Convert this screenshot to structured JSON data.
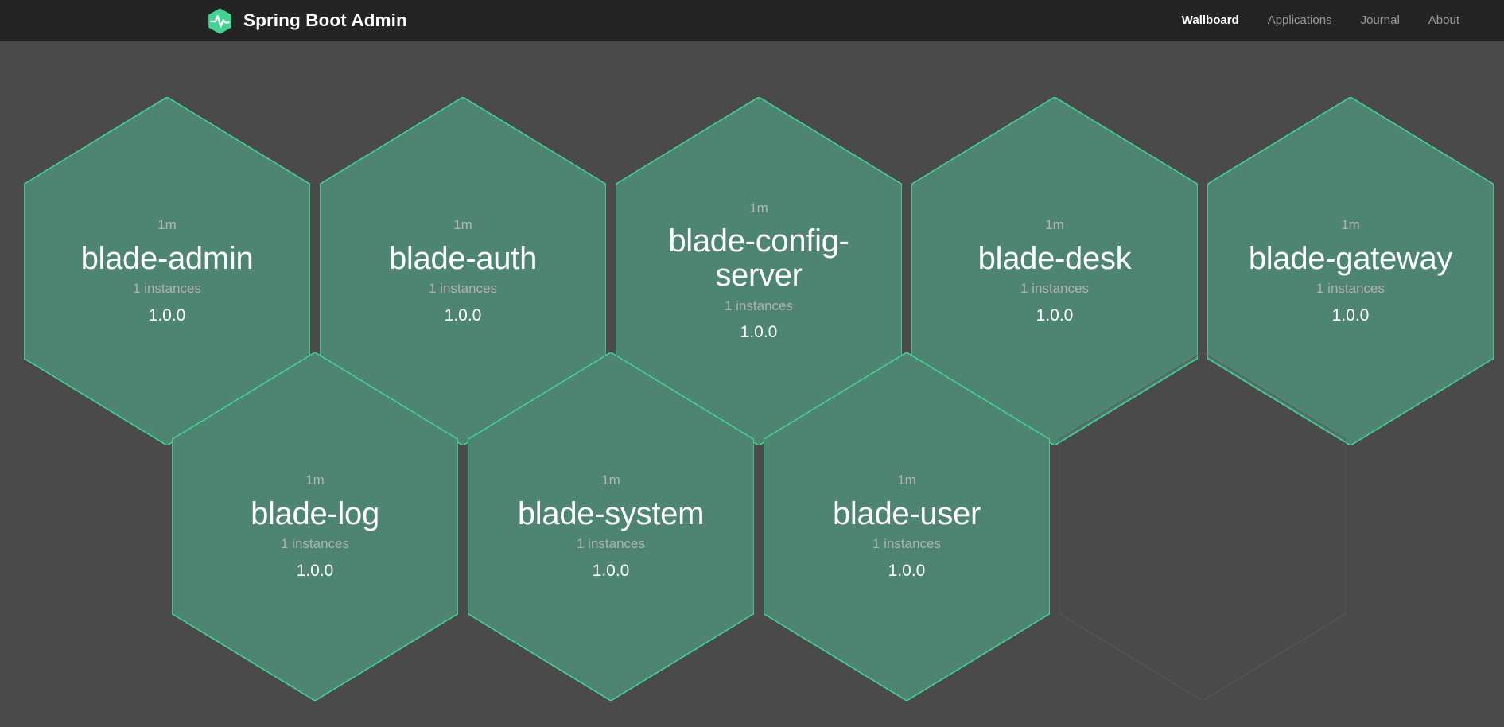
{
  "navbar": {
    "brand": {
      "title": "Spring Boot Admin",
      "logo_icon": "heartbeat-hexagon-icon",
      "logo_bg": "#42d392",
      "logo_stroke": "#ffffff"
    },
    "background": "#242424",
    "links": [
      {
        "label": "Wallboard",
        "active": true,
        "name": "nav-link-wallboard"
      },
      {
        "label": "Applications",
        "active": false,
        "name": "nav-link-applications"
      },
      {
        "label": "Journal",
        "active": false,
        "name": "nav-link-journal"
      },
      {
        "label": "About",
        "active": false,
        "name": "nav-link-about"
      }
    ]
  },
  "wallboard": {
    "background": "#4a4a4a",
    "hex_fill": "#4d8472",
    "hex_stroke": "#42d392",
    "placeholder_stroke": "#585858",
    "instances_suffix": "instances",
    "applications": [
      {
        "name": "blade-admin",
        "uptime": "1m",
        "instances": "1 instances",
        "version": "1.0.0",
        "status": "UP",
        "row": 1,
        "col": 1
      },
      {
        "name": "blade-auth",
        "uptime": "1m",
        "instances": "1 instances",
        "version": "1.0.0",
        "status": "UP",
        "row": 1,
        "col": 2
      },
      {
        "name": "blade-config-server",
        "uptime": "1m",
        "instances": "1 instances",
        "version": "1.0.0",
        "status": "UP",
        "row": 1,
        "col": 3
      },
      {
        "name": "blade-desk",
        "uptime": "1m",
        "instances": "1 instances",
        "version": "1.0.0",
        "status": "UP",
        "row": 1,
        "col": 4
      },
      {
        "name": "blade-gateway",
        "uptime": "1m",
        "instances": "1 instances",
        "version": "1.0.0",
        "status": "UP",
        "row": 1,
        "col": 5
      },
      {
        "name": "blade-log",
        "uptime": "1m",
        "instances": "1 instances",
        "version": "1.0.0",
        "status": "UP",
        "row": 2,
        "col": 1
      },
      {
        "name": "blade-system",
        "uptime": "1m",
        "instances": "1 instances",
        "version": "1.0.0",
        "status": "UP",
        "row": 2,
        "col": 2
      },
      {
        "name": "blade-user",
        "uptime": "1m",
        "instances": "1 instances",
        "version": "1.0.0",
        "status": "UP",
        "row": 2,
        "col": 3
      }
    ],
    "placeholder_count": 1
  }
}
